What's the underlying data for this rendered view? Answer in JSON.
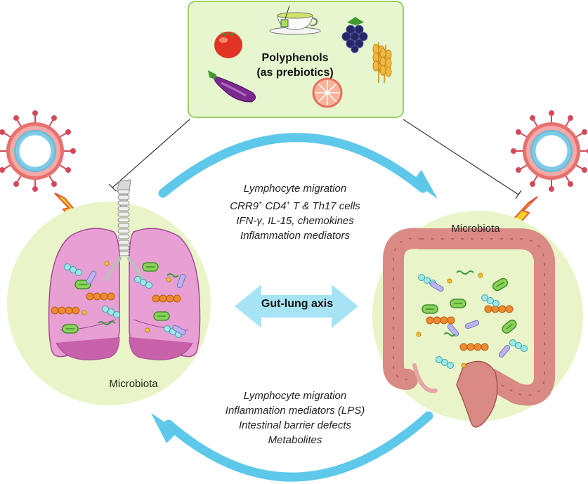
{
  "polyphenols": {
    "line1": "Polyphenols",
    "line2": "(as prebiotics)"
  },
  "top_arrow": {
    "line1": "Lymphocyte migration",
    "line2_a": "CRR9",
    "line2_sup1": "+",
    "line2_b": " CD4",
    "line2_sup2": "+",
    "line2_c": " T & Th17 cells",
    "line3": "IFN-γ, IL-15, chemokines",
    "line4": "Inflammation mediators"
  },
  "bottom_arrow": {
    "line1": "Lymphocyte migration",
    "line2": "Inflammation mediators (LPS)",
    "line3": "Intestinal barrier defects",
    "line4": "Metabolites"
  },
  "center": {
    "label": "Gut-lung axis"
  },
  "lung": {
    "label": "Microbiota"
  },
  "gut": {
    "label": "Microbiota"
  },
  "colors": {
    "arrow": "#5ec8ea",
    "box_fill": "#e6f6cf",
    "box_stroke": "#9ccf6a",
    "circle_fill": "#e9f5c8",
    "lung": "#e79fd4",
    "gut": "#d98a85"
  },
  "icons": [
    "tomato-icon",
    "teacup-icon",
    "blackberry-icon",
    "wheat-icon",
    "eggplant-icon",
    "grapefruit-icon",
    "virus-icon",
    "lightning-icon",
    "lung-icon",
    "intestine-icon",
    "bacteria-icon"
  ]
}
